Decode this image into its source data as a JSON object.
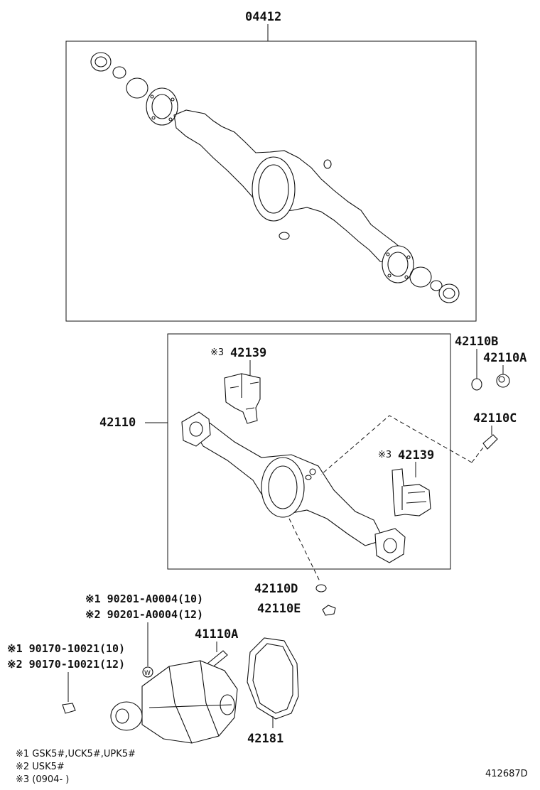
{
  "labels": {
    "kit": "04412",
    "housing": "42110",
    "bracket_upper": "42139",
    "bracket_lower": "42139",
    "mark3": "※3",
    "p42110b": "42110B",
    "p42110a": "42110A",
    "p42110c": "42110C",
    "p42110d": "42110D",
    "p42110e": "42110E",
    "p41110a": "41110A",
    "p42181": "42181",
    "bolt1": "※1 90201-A0004(10)",
    "bolt2": "※2 90201-A0004(12)",
    "nut1": "※1 90170-10021(10)",
    "nut2": "※2 90170-10021(12)",
    "washer_mark": "W"
  },
  "notes": [
    "※1 GSK5#,UCK5#,UPK5#",
    "※2 USK5#",
    "※3 (0904-   )"
  ],
  "diagram_id": "412687D"
}
